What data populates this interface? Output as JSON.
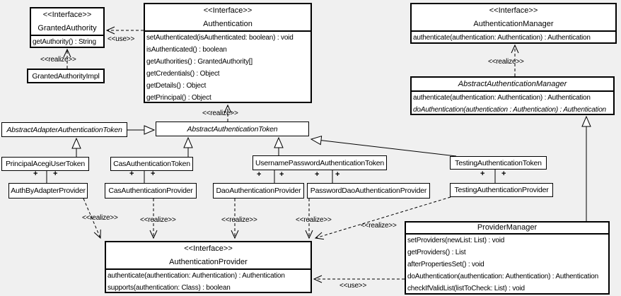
{
  "diagram": {
    "kind": "uml-class-diagram",
    "background_color": "#f0f0f0",
    "box_fill_color": "#ffffff",
    "line_color": "#000000"
  },
  "labels": {
    "realize": "<<realize>>",
    "use": "<<use>>",
    "plus": "+"
  },
  "boxes": {
    "granted_authority": {
      "stereotype": "<<Interface>>",
      "name": "GrantedAuthority",
      "methods": [
        "getAuthority() : String"
      ]
    },
    "granted_authority_impl": {
      "name": "GrantedAuthorityImpl"
    },
    "authentication": {
      "stereotype": "<<Interface>>",
      "name": "Authentication",
      "methods": [
        "setAuthenticated(isAuthenticated: boolean) : void",
        "isAuthenticated() : boolean",
        "getAuthorities() : GrantedAuthority[]",
        "getCredentials() : Object",
        "getDetails() : Object",
        "getPrincipal() : Object"
      ]
    },
    "authentication_manager": {
      "stereotype": "<<Interface>>",
      "name": "AuthenticationManager",
      "methods": [
        "authenticate(authentication: Authentication) : Authentication"
      ]
    },
    "abstract_authentication_manager": {
      "name": "AbstractAuthenticationManager",
      "methods": [
        "authenticate(authentication: Authentication) : Authentication",
        "doAuthentication(authentication : Authentication) : Authentication"
      ]
    },
    "abstract_adapter_authentication_token": {
      "name": "AbstractAdapterAuthenticationToken"
    },
    "abstract_authentication_token": {
      "name": "AbstractAuthenticationToken"
    },
    "principal_acegi_user_token": {
      "name": "PrincipalAcegiUserToken"
    },
    "cas_authentication_token": {
      "name": "CasAuthenticationToken"
    },
    "username_password_authentication_token": {
      "name": "UsernamePasswordAuthenticationToken"
    },
    "testing_authentication_token": {
      "name": "TestingAuthenticationToken"
    },
    "auth_by_adapter_provider": {
      "name": "AuthByAdapterProvider"
    },
    "cas_authentication_provider": {
      "name": "CasAuthenticationProvider"
    },
    "dao_authentication_provider": {
      "name": "DaoAuthenticationProvider"
    },
    "password_dao_authentication_provider": {
      "name": "PasswordDaoAuthenticationProvider"
    },
    "testing_authentication_provider": {
      "name": "TestingAuthenticationProvider"
    },
    "authentication_provider": {
      "stereotype": "<<Interface>>",
      "name": "AuthenticationProvider",
      "methods": [
        "authenticate(authentication: Authentication) : Authentication",
        "supports(authentication: Class) : boolean"
      ]
    },
    "provider_manager": {
      "name": "ProviderManager",
      "methods": [
        "setProviders(newList: List) : void",
        "getProviders() : List",
        "afterPropertiesSet() : void",
        "doAuthentication(authentication: Authentication) : Authentication",
        "checkIfValidList(listToCheck: List) : void"
      ]
    }
  }
}
